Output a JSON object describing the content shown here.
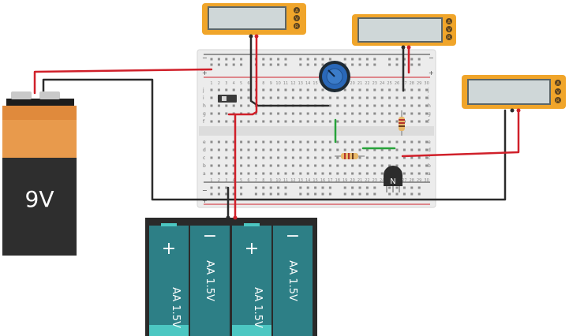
{
  "battery_9v": {
    "label": "9V"
  },
  "multimeters": [
    {
      "id": "multimeter-1",
      "buttons": [
        "A",
        "V",
        "R"
      ]
    },
    {
      "id": "multimeter-2",
      "buttons": [
        "A",
        "V",
        "R"
      ]
    },
    {
      "id": "multimeter-3",
      "buttons": [
        "A",
        "V",
        "R"
      ]
    }
  ],
  "transistor": {
    "label": "N"
  },
  "aa_pack": {
    "cells": [
      {
        "sign": "+",
        "label": "AA 1.5V"
      },
      {
        "sign": "−",
        "label": "AA 1.5V"
      },
      {
        "sign": "+",
        "label": "AA 1.5V"
      },
      {
        "sign": "−",
        "label": "AA 1.5V"
      }
    ]
  },
  "breadboard": {
    "rail_signs": [
      "−",
      "+"
    ],
    "row_letters_top": [
      "j",
      "i",
      "h",
      "g",
      "f"
    ],
    "row_letters_bottom": [
      "e",
      "d",
      "c",
      "b",
      "a"
    ],
    "column_numbers": [
      "1",
      "2",
      "3",
      "4",
      "5",
      "6",
      "7",
      "8",
      "9",
      "10",
      "11",
      "12",
      "13",
      "14",
      "15",
      "16",
      "17",
      "18",
      "19",
      "20",
      "21",
      "22",
      "23",
      "24",
      "25",
      "26",
      "27",
      "28",
      "29",
      "30"
    ]
  },
  "colors": {
    "wire_red": "#d0202a",
    "wire_black": "#2b2b2b",
    "wire_green": "#27a33a",
    "meter_body": "#f0a52a",
    "meter_screen": "#cfd7d8",
    "battery_top": "#e08a3c",
    "battery_body": "#2e2e2e",
    "aa_cell": "#2d7f86",
    "pot_blue": "#2a68b8"
  }
}
